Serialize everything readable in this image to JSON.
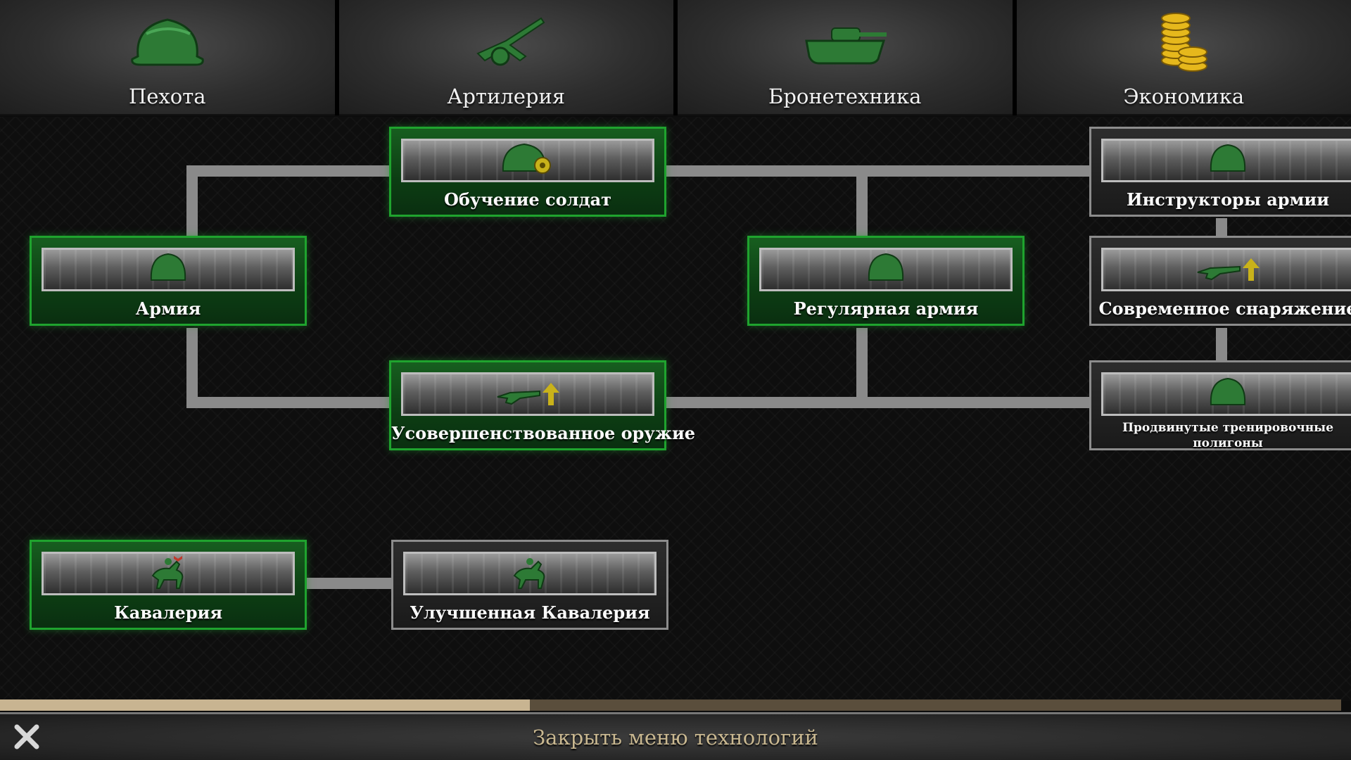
{
  "tabs": [
    {
      "label": "Пехота",
      "icon": "helmet-icon"
    },
    {
      "label": "Артилерия",
      "icon": "artillery-icon"
    },
    {
      "label": "Бронетехника",
      "icon": "tank-icon"
    },
    {
      "label": "Экономика",
      "icon": "coins-icon"
    }
  ],
  "techs": {
    "training": {
      "label": "Обучение солдат",
      "state": "researched",
      "icon": "helmet-gear-icon"
    },
    "army": {
      "label": "Армия",
      "state": "researched",
      "icon": "helmet-icon"
    },
    "regular_army": {
      "label": "Регулярная армия",
      "state": "researched",
      "icon": "helmet-icon"
    },
    "improved_weapons": {
      "label": "Усовершенствованное оружие",
      "state": "researched",
      "icon": "rifle-upgrade-icon"
    },
    "instructors": {
      "label": "Инструкторы армии",
      "state": "locked",
      "icon": "helmet-icon"
    },
    "modern_equipment": {
      "label": "Современное снаряжение",
      "state": "locked",
      "icon": "rifle-upgrade-icon"
    },
    "advanced_ranges": {
      "label": "Продвинутые тренировочные полигоны",
      "state": "locked",
      "icon": "helmet-icon"
    },
    "cavalry": {
      "label": "Кавалерия",
      "state": "researched",
      "icon": "cavalry-icon"
    },
    "improved_cavalry": {
      "label": "Улучшенная Кавалерия",
      "state": "locked",
      "icon": "cavalry-icon"
    }
  },
  "progress": {
    "fraction": 0.395
  },
  "bottom": {
    "close_label": "Закрыть меню технологий"
  },
  "colors": {
    "researched": "#1fa32e",
    "locked": "#8c8c8c",
    "icon_green": "#2d7a35",
    "accent_gold": "#c9b891"
  }
}
